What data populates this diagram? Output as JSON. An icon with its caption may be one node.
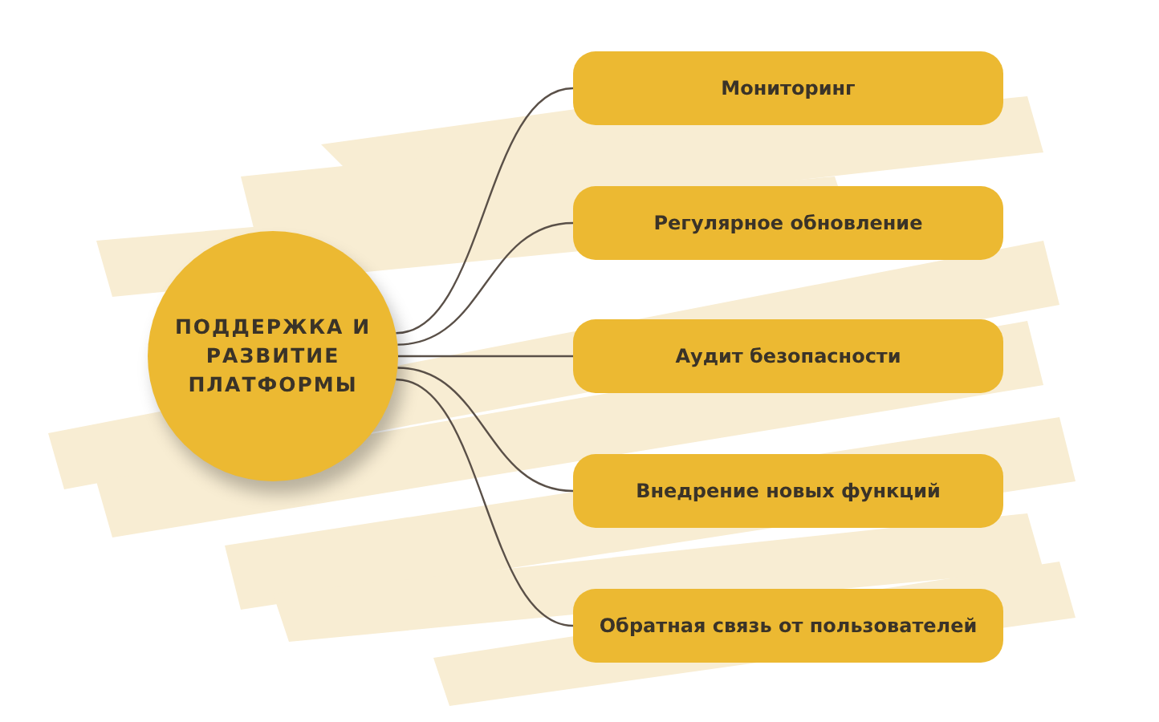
{
  "diagram": {
    "nodes": [
      {
        "text": [
          "ПОДДЕРЖКА И РАЗВИТИЕ ПЛАТФОРМЫ"
        ]
      },
      {
        "text": [
          "Мониторинг"
        ]
      },
      {
        "text": [
          "Регулярное обновление"
        ]
      },
      {
        "text": [
          "Аудит безопасности"
        ]
      },
      {
        "text": [
          "Внедрение новых функций"
        ]
      },
      {
        "text": [
          "Обратная связь от пользователей"
        ]
      }
    ],
    "edges": [
      {
        "from": 0,
        "to": 1,
        "arrow": "none"
      },
      {
        "from": 0,
        "to": 2,
        "arrow": "none"
      },
      {
        "from": 0,
        "to": 3,
        "arrow": "none"
      },
      {
        "from": 0,
        "to": 4,
        "arrow": "none"
      },
      {
        "from": 0,
        "to": 5,
        "arrow": "none"
      }
    ]
  }
}
